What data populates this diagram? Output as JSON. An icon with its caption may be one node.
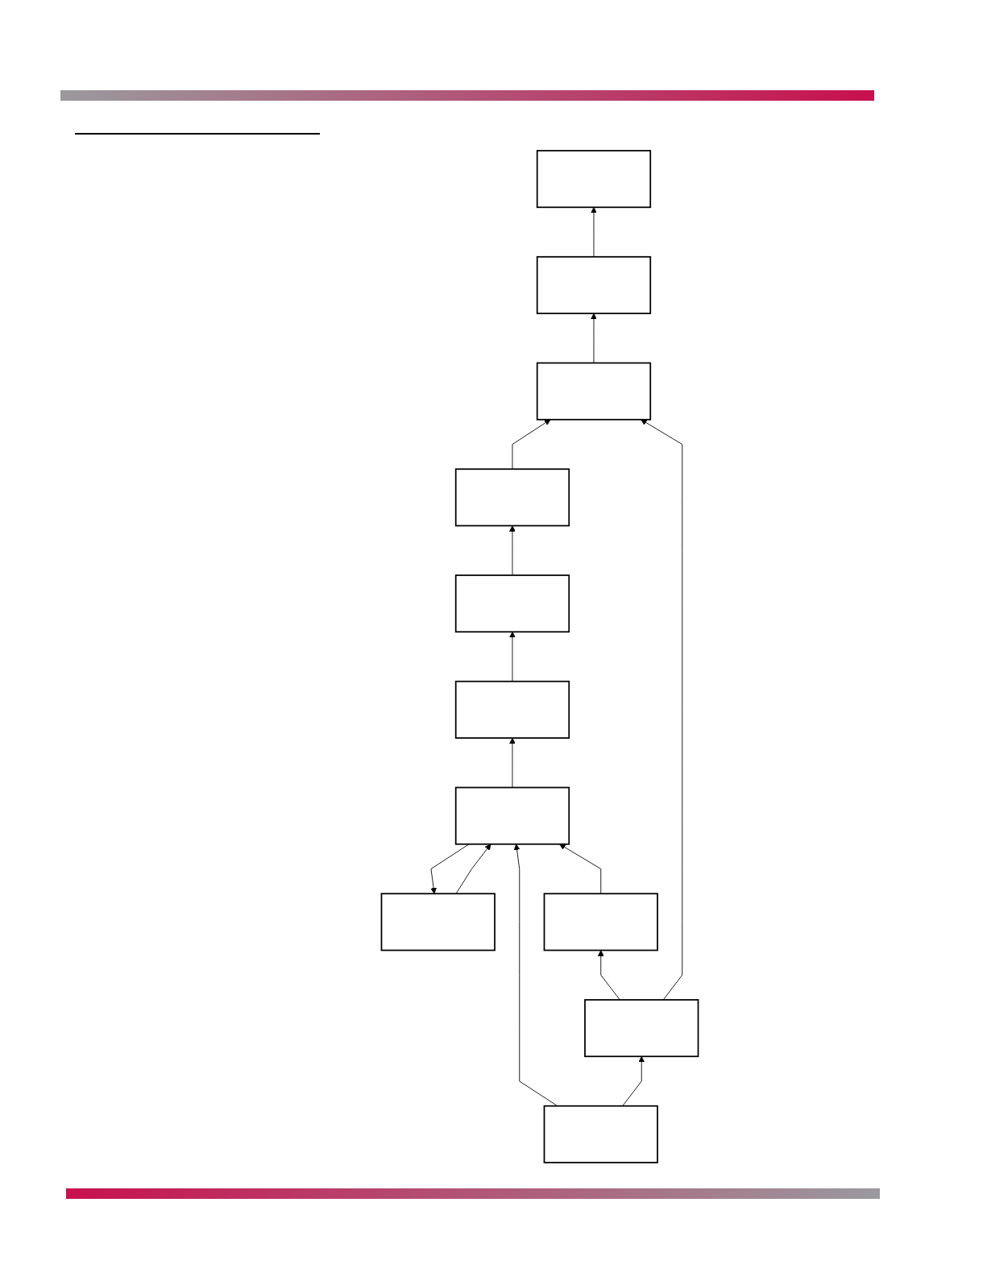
{
  "diagram": {
    "nodes": [
      {
        "text": [],
        "shape": "box"
      },
      {
        "text": [],
        "shape": "box"
      },
      {
        "text": [],
        "shape": "box"
      },
      {
        "text": [],
        "shape": "box"
      },
      {
        "text": [],
        "shape": "box"
      },
      {
        "text": [],
        "shape": "box"
      },
      {
        "text": [],
        "shape": "box"
      },
      {
        "text": [],
        "shape": "box"
      },
      {
        "text": [],
        "shape": "box"
      },
      {
        "text": [],
        "shape": "box"
      },
      {
        "text": [],
        "shape": "box"
      }
    ],
    "edges": [
      {
        "from": 0,
        "to": 1,
        "arrow": "to"
      },
      {
        "from": 1,
        "to": 2,
        "arrow": "to"
      },
      {
        "from": 2,
        "to": 3,
        "arrow": "to"
      },
      {
        "from": 5,
        "to": 0,
        "arrow": "to"
      },
      {
        "from": 6,
        "to": 1,
        "arrow": "to"
      },
      {
        "from": 4,
        "to": 8,
        "arrow": "to"
      },
      {
        "from": 6,
        "to": 7,
        "arrow": "to"
      },
      {
        "from": 7,
        "to": 8,
        "arrow": "to"
      },
      {
        "from": 8,
        "to": 4,
        "arrow": "to"
      },
      {
        "from": 9,
        "to": 5,
        "arrow": "to"
      },
      {
        "from": 10,
        "to": 6,
        "arrow": "to"
      },
      {
        "from": 8,
        "to": 9,
        "arrow": "to"
      },
      {
        "from": 10,
        "to": 8,
        "arrow": "to"
      }
    ]
  }
}
